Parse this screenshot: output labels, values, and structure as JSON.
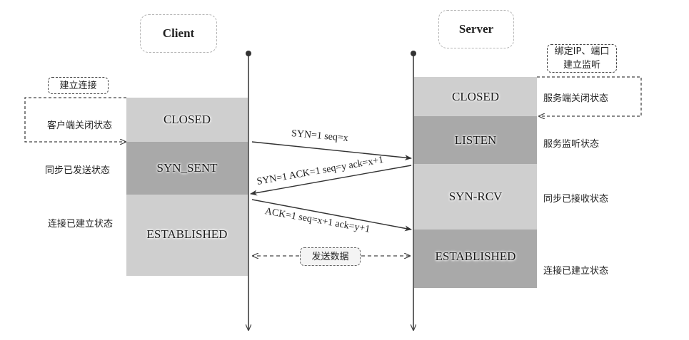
{
  "client": {
    "title": "Client",
    "note": "建立连接",
    "states": [
      {
        "name": "CLOSED",
        "desc": "客户端关闭状态",
        "shade": "light"
      },
      {
        "name": "SYN_SENT",
        "desc": "同步已发送状态",
        "shade": "dark"
      },
      {
        "name": "ESTABLISHED",
        "desc": "连接已建立状态",
        "shade": "light"
      }
    ]
  },
  "server": {
    "title": "Server",
    "note_line1": "绑定IP、端口",
    "note_line2": "建立监听",
    "states": [
      {
        "name": "CLOSED",
        "desc": "服务端关闭状态",
        "shade": "light"
      },
      {
        "name": "LISTEN",
        "desc": "服务监听状态",
        "shade": "dark"
      },
      {
        "name": "SYN-RCV",
        "desc": "同步已接收状态",
        "shade": "light"
      },
      {
        "name": "ESTABLISHED",
        "desc": "连接已建立状态",
        "shade": "dark"
      }
    ]
  },
  "messages": [
    {
      "label": "SYN=1 seq=x",
      "direction": "client-to-server"
    },
    {
      "label": "SYN=1 ACK=1 seq=y ack=x+1",
      "direction": "server-to-client"
    },
    {
      "label": "ACK=1 seq=x+1  ack=y+1",
      "direction": "client-to-server"
    }
  ],
  "data_transfer": {
    "label": "发送数据",
    "direction": "bidirectional"
  },
  "colors": {
    "light_state": "#cfcfcf",
    "dark_state": "#a9a9a9",
    "line": "#333333"
  }
}
